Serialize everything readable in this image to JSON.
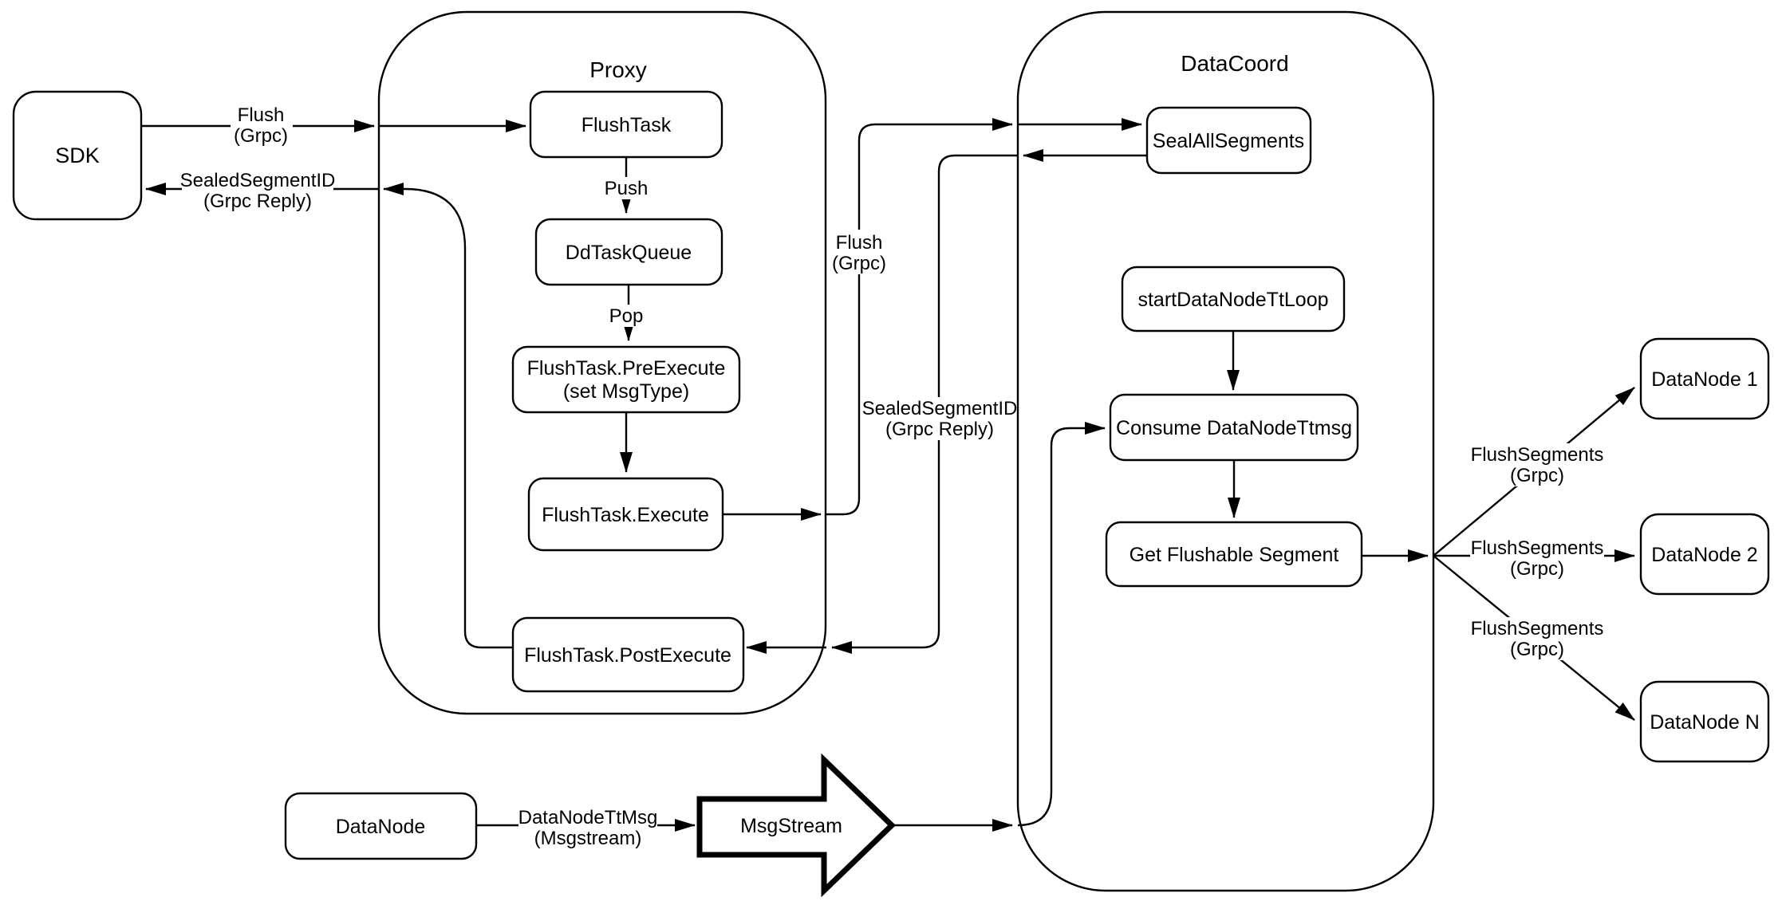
{
  "containers": {
    "proxy": "Proxy",
    "datacoord": "DataCoord"
  },
  "nodes": {
    "sdk": "SDK",
    "flushtask": "FlushTask",
    "ddtaskqueue": "DdTaskQueue",
    "pre_execute": {
      "line1": "FlushTask.PreExecute",
      "line2": "(set MsgType)"
    },
    "execute": "FlushTask.Execute",
    "post_execute": "FlushTask.PostExecute",
    "seal_all_segments": "SealAllSegments",
    "start_datanode_tt_loop": "startDataNodeTtLoop",
    "consume_datanode_ttmsg": "Consume DataNodeTtmsg",
    "get_flushable_segment": "Get Flushable Segment",
    "datanode_1": "DataNode 1",
    "datanode_2": "DataNode 2",
    "datanode_n": "DataNode N",
    "datanode": "DataNode",
    "msgstream": "MsgStream"
  },
  "edges": {
    "flush_sdk": {
      "line1": "Flush",
      "line2": "(Grpc)"
    },
    "sealed_sdk": {
      "line1": "SealedSegmentID",
      "line2": "(Grpc Reply)"
    },
    "push": {
      "label": "Push"
    },
    "pop": {
      "label": "Pop"
    },
    "flush_mid": {
      "line1": "Flush",
      "line2": "(Grpc)"
    },
    "sealed_mid": {
      "line1": "SealedSegmentID",
      "line2": "(Grpc Reply)"
    },
    "datanodettmsg": {
      "line1": "DataNodeTtMsg",
      "line2": "(Msgstream)"
    },
    "flushsegments_1": {
      "line1": "FlushSegments",
      "line2": "(Grpc)"
    },
    "flushsegments_2": {
      "line1": "FlushSegments",
      "line2": "(Grpc)"
    },
    "flushsegments_3": {
      "line1": "FlushSegments",
      "line2": "(Grpc)"
    }
  },
  "colors": {
    "stroke": "#000000",
    "background": "#ffffff"
  }
}
